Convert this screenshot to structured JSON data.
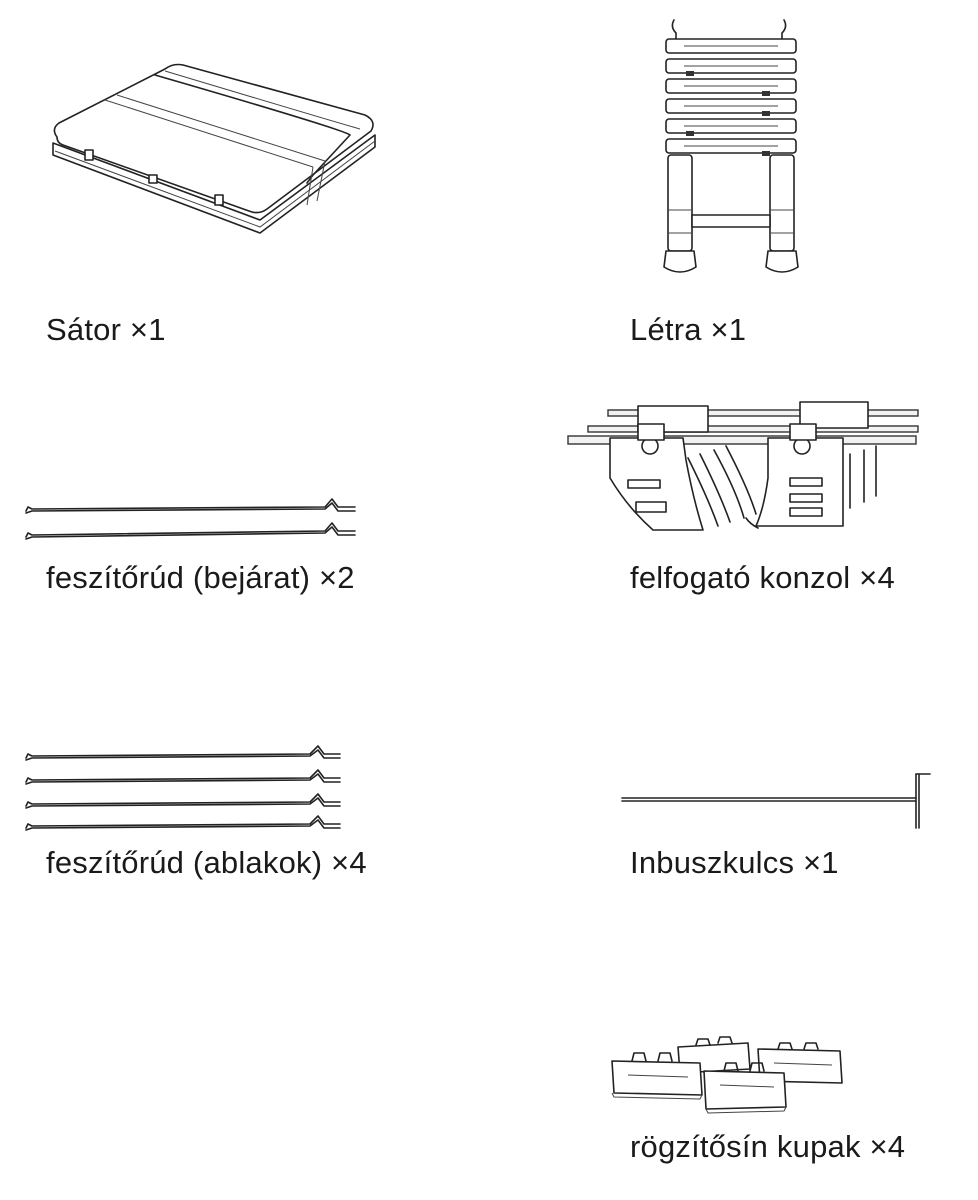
{
  "items": [
    {
      "label": "Sátor ×1",
      "icon": "tent-illustration"
    },
    {
      "label": "Létra ×1",
      "icon": "ladder-illustration"
    },
    {
      "label": "feszítőrúd (bejárat) ×2",
      "icon": "entrance-tension-rods-illustration"
    },
    {
      "label": "felfogató konzol ×4",
      "icon": "mounting-bracket-illustration"
    },
    {
      "label": "feszítőrúd (ablakok) ×4",
      "icon": "window-tension-rods-illustration"
    },
    {
      "label": "Inbuszkulcs ×1",
      "icon": "allen-key-illustration"
    },
    {
      "label": "rögzítősín kupak ×4",
      "icon": "rail-end-cap-illustration"
    }
  ]
}
